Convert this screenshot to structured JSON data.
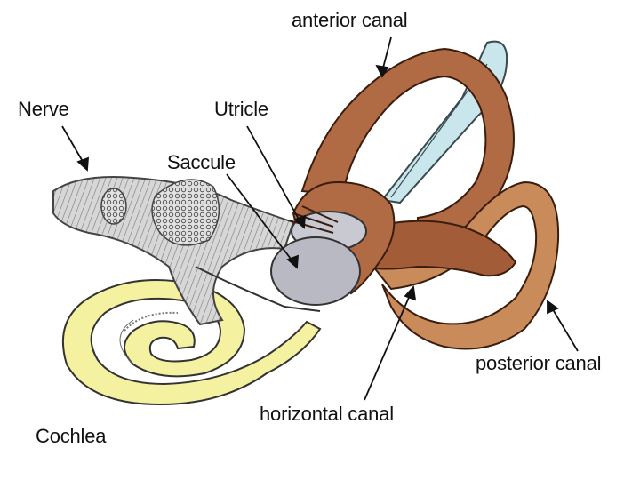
{
  "labels": {
    "anterior_canal": "anterior canal",
    "nerve": "Nerve",
    "utricle": "Utricle",
    "saccule": "Saccule",
    "posterior_canal": "posterior canal",
    "horizontal_canal": "horizontal canal",
    "cochlea": "Cochlea"
  },
  "colors": {
    "canal": "#b06a44",
    "canal_dark": "#5a2e19",
    "ampulla": "#c98b5a",
    "endolymph_sac": "#c9e6ec",
    "cochlea": "#f4f1a0",
    "nerve": "#c8c8c8",
    "utricle": "#c9c9d2",
    "saccule": "#b9b9c4"
  }
}
